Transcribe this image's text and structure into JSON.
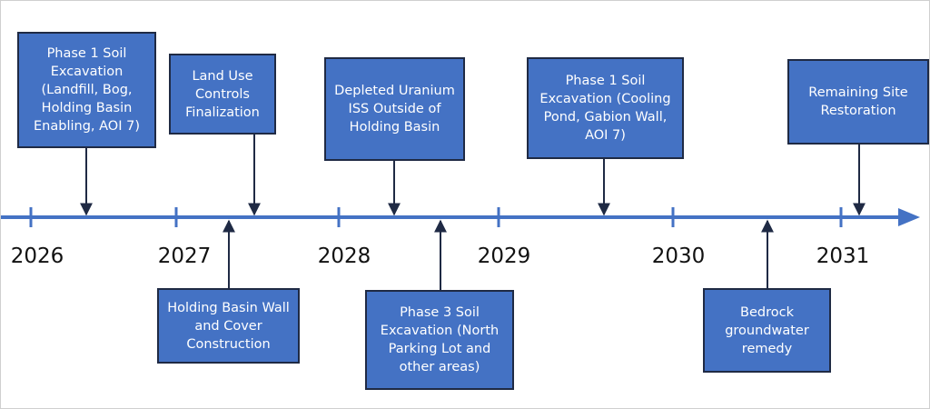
{
  "years": [
    "2026",
    "2027",
    "2028",
    "2029",
    "2030",
    "2031"
  ],
  "events_above": [
    "Phase 1 Soil Excavation (Landfill, Bog, Holding Basin Enabling, AOI 7)",
    "Land Use Controls Finalization",
    "Depleted Uranium ISS Outside of Holding Basin",
    "Phase 1 Soil Excavation (Cooling Pond, Gabion Wall, AOI 7)",
    "Remaining Site Restoration"
  ],
  "events_below": [
    "Holding Basin Wall and Cover Construction",
    "Phase 3 Soil Excavation (North Parking Lot and other areas)",
    "Bedrock groundwater remedy"
  ],
  "colors": {
    "box_fill": "#4472c4",
    "box_border": "#1f2a44",
    "timeline": "#4472c4",
    "arrow": "#1f2a44"
  }
}
